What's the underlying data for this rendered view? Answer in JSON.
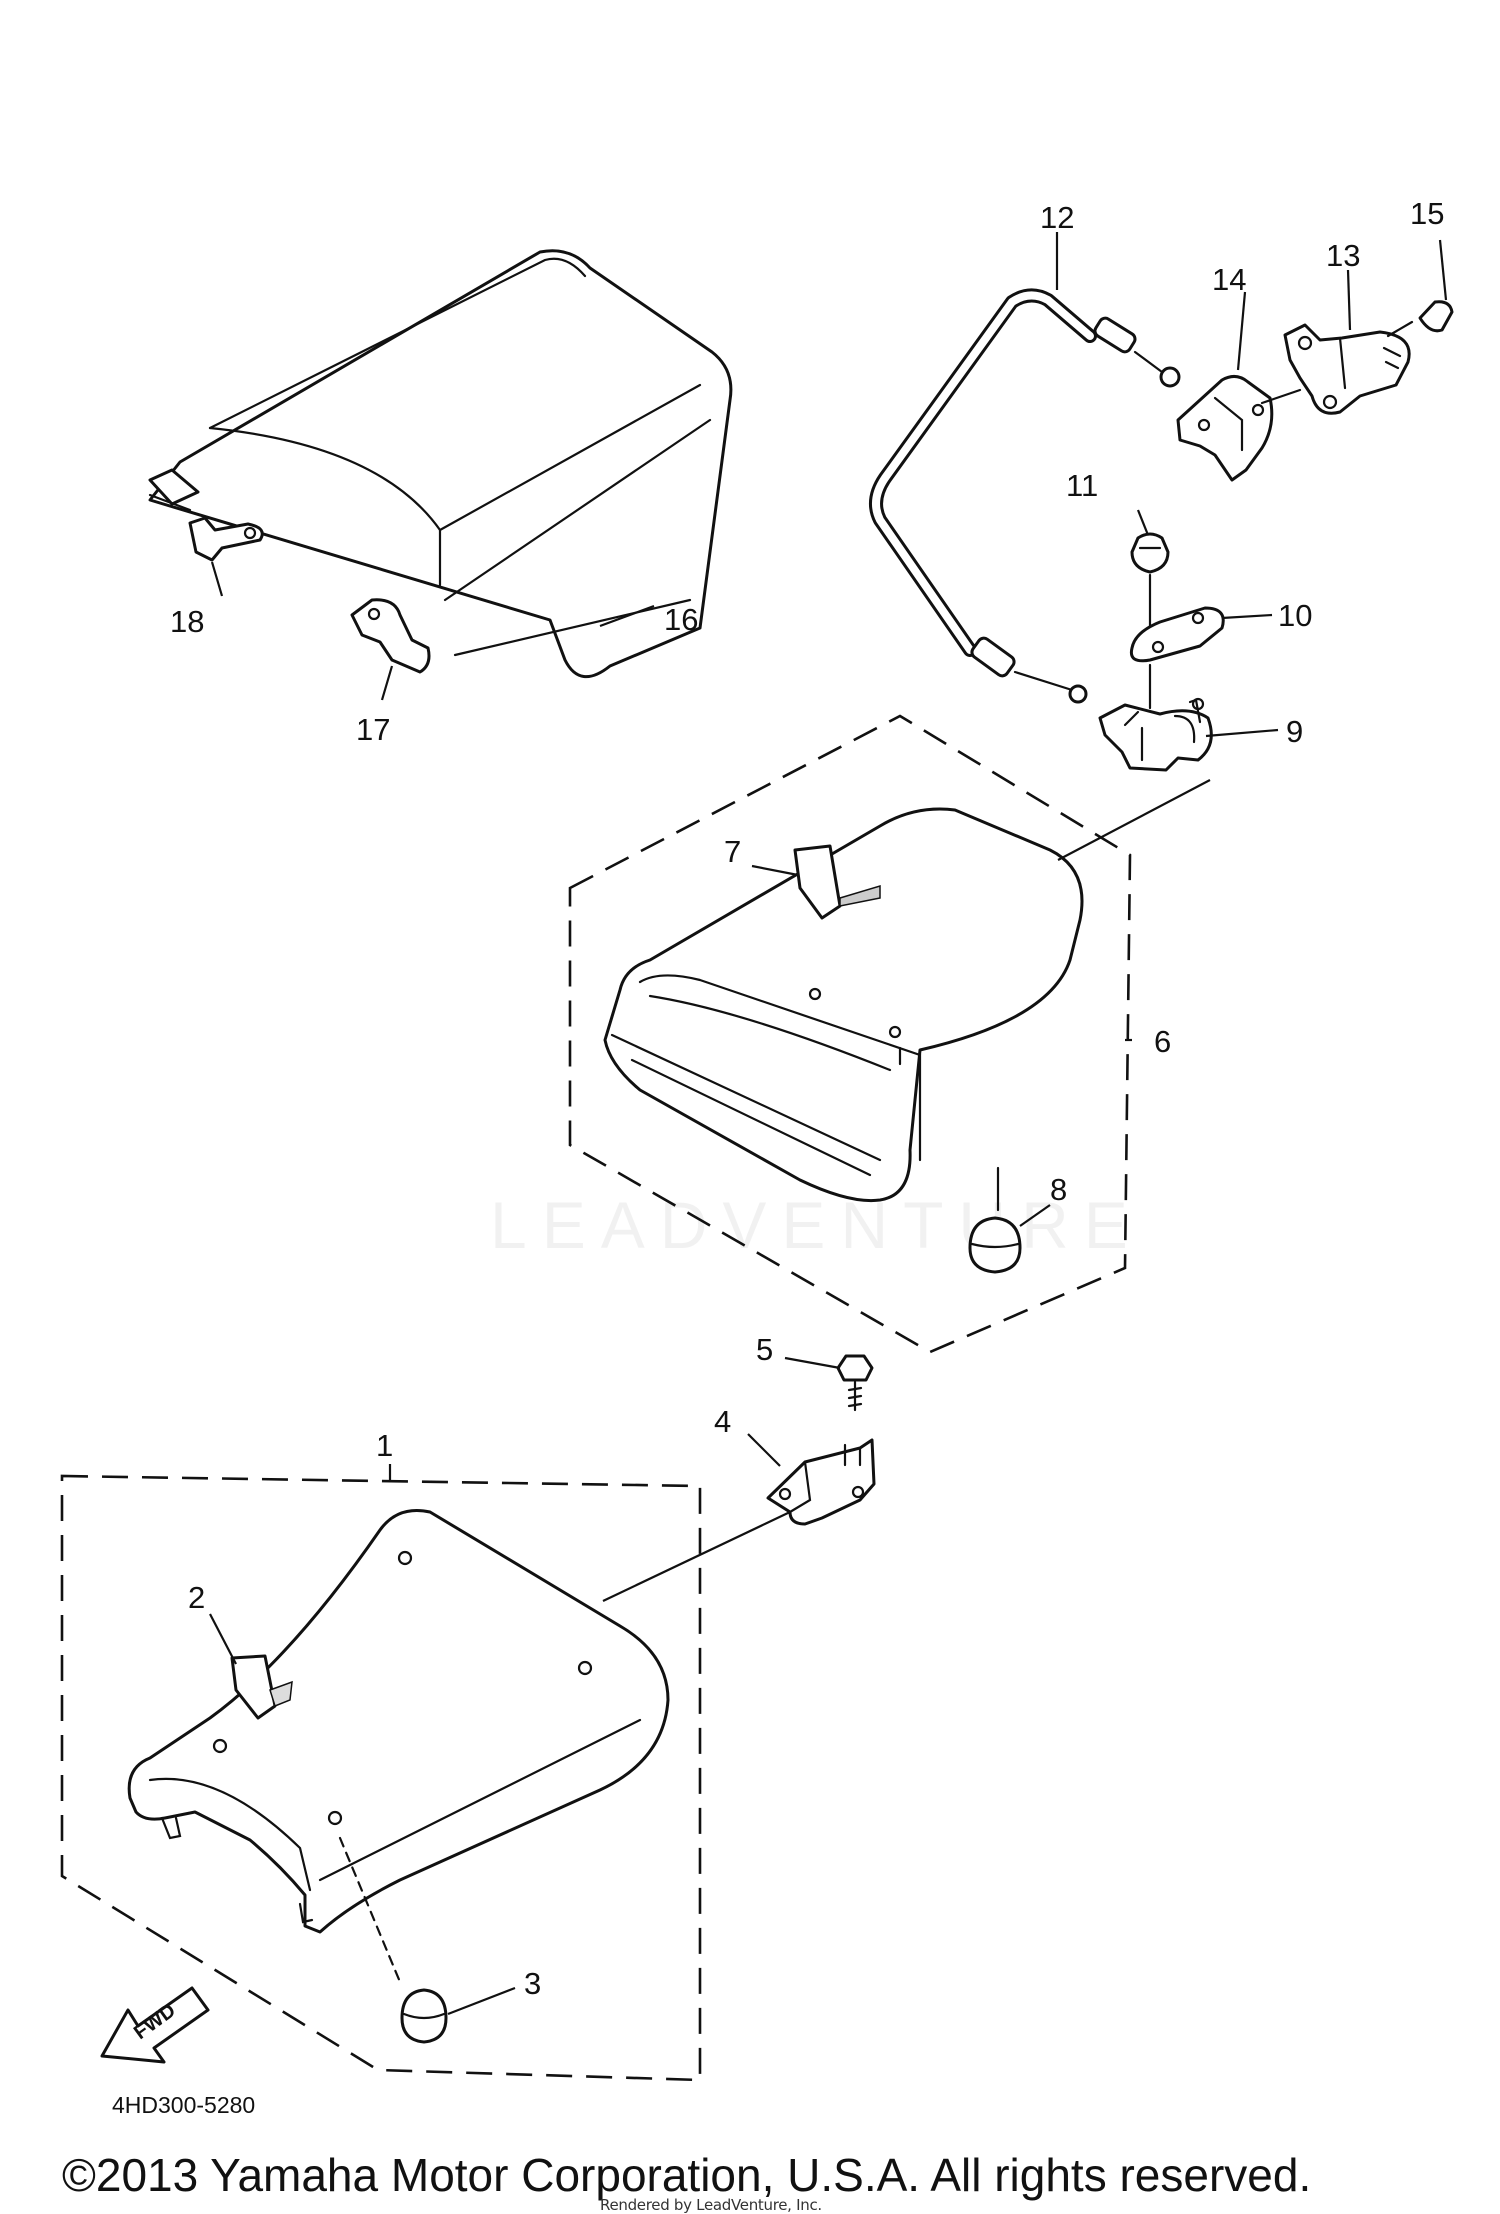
{
  "diagram": {
    "code": "4HD300-5280",
    "copyright": "©2013 Yamaha Motor Corporation, U.S.A. All rights reserved.",
    "rendered_by": "Rendered by LeadVenture, Inc.",
    "watermark": "LEADVENTURE",
    "fwd_arrow_label": "FWD"
  },
  "callouts": [
    "1",
    "2",
    "3",
    "4",
    "5",
    "6",
    "7",
    "8",
    "9",
    "10",
    "11",
    "12",
    "13",
    "14",
    "15",
    "16",
    "17",
    "18"
  ],
  "colors": {
    "ink": "#111111",
    "background": "#ffffff"
  }
}
